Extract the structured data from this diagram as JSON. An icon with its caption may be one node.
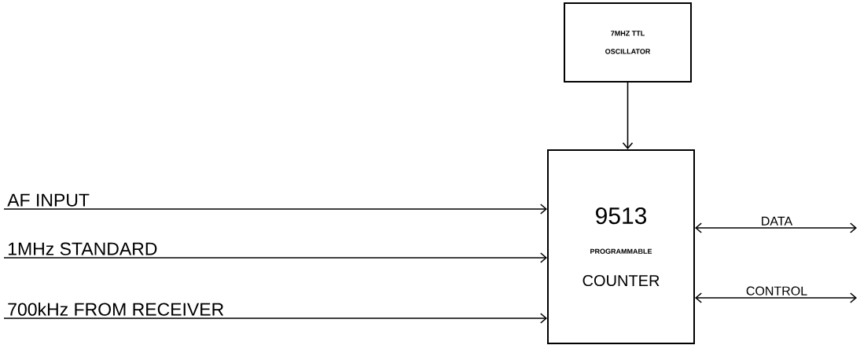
{
  "diagram": {
    "nodes": [
      {
        "text": [
          "7MHZ TTL OSCILLATOR"
        ]
      },
      {
        "text": [
          "9513",
          "PROGRAMMABLE",
          "COUNTER"
        ]
      }
    ],
    "edges": [
      {
        "from": 0,
        "to": 1,
        "arrow": "to"
      },
      {
        "from": null,
        "to": 1,
        "arrow": "to",
        "label": "AF INPUT"
      },
      {
        "from": null,
        "to": 1,
        "arrow": "to",
        "label": "1MHz STANDARD"
      },
      {
        "from": null,
        "to": 1,
        "arrow": "to",
        "label": "700kHz FROM RECEIVER"
      },
      {
        "from": 1,
        "to": null,
        "arrow": "both",
        "label": "DATA"
      },
      {
        "from": 1,
        "to": null,
        "arrow": "both",
        "label": "CONTROL"
      }
    ]
  }
}
